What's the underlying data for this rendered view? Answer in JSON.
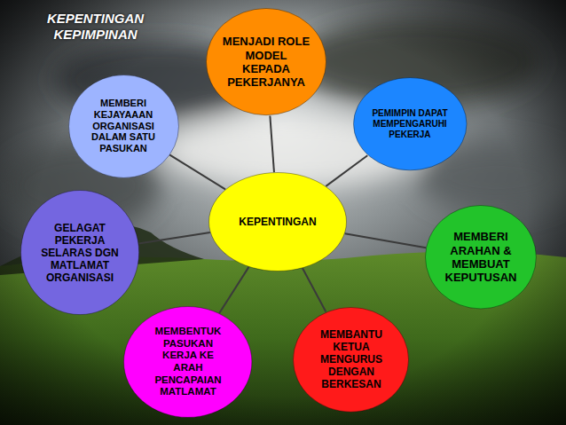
{
  "diagram": {
    "title": "KEPENTINGAN KEPIMPINAN",
    "nodes": [
      {
        "text": [
          "KEPENTINGAN"
        ]
      },
      {
        "text": [
          "MENJADI ROLE MODEL KEPADA PEKERJANYA"
        ]
      },
      {
        "text": [
          "PEMIMPIN DAPAT MEMPENGARUHI PEKERJA"
        ]
      },
      {
        "text": [
          "MEMBERI ARAHAN & MEMBUAT KEPUTUSAN"
        ]
      },
      {
        "text": [
          "MEMBANTU KETUA MENGURUS DENGAN BERKESAN"
        ]
      },
      {
        "text": [
          "MEMBENTUK PASUKAN KERJA KE ARAH PENCAPAIAN MATLAMAT"
        ]
      },
      {
        "text": [
          "GELAGAT PEKERJA SELARAS DGN MATLAMAT ORGANISASI"
        ]
      },
      {
        "text": [
          "MEMBERI KEJAYAAAN ORGANISASI DALAM SATU PASUKAN"
        ]
      }
    ],
    "edges": [
      {
        "from": 0,
        "to": 1,
        "arrow": "none"
      },
      {
        "from": 0,
        "to": 2,
        "arrow": "none"
      },
      {
        "from": 0,
        "to": 3,
        "arrow": "none"
      },
      {
        "from": 0,
        "to": 4,
        "arrow": "none"
      },
      {
        "from": 0,
        "to": 5,
        "arrow": "none"
      },
      {
        "from": 0,
        "to": 6,
        "arrow": "none"
      },
      {
        "from": 0,
        "to": 7,
        "arrow": "none"
      }
    ]
  }
}
